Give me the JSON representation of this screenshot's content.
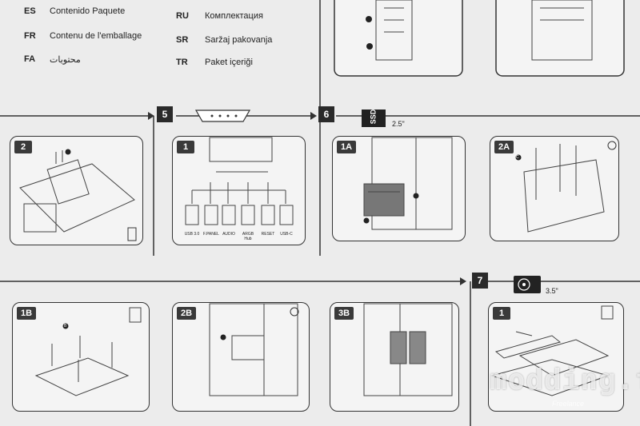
{
  "languages": [
    {
      "code": "ES",
      "label": "Contenido Paquete"
    },
    {
      "code": "FR",
      "label": "Contenu de l'emballage"
    },
    {
      "code": "FA",
      "label": "محتویات"
    },
    {
      "code": "RU",
      "label": "Комплектация"
    },
    {
      "code": "SR",
      "label": "Saržaj pakovanja"
    },
    {
      "code": "TR",
      "label": "Paket içeriği"
    }
  ],
  "steps": {
    "five": "5",
    "six": "6",
    "seven": "7"
  },
  "sizes": {
    "ssd": "2.5\"",
    "hdd": "3.5\"",
    "ssd_tag": "SSD"
  },
  "panels": {
    "p2": "2",
    "p1": "1",
    "p1a": "1A",
    "p2a": "2A",
    "p1b": "1B",
    "p2b": "2B",
    "p3b": "3B",
    "p1_hdd": "1"
  },
  "connectors": [
    "USB 3.0",
    "F.PANEL",
    "AUDIO",
    "ARGB Hub",
    "RESET",
    "USB-C"
  ],
  "callouts": {
    "b": "B",
    "c": "C"
  },
  "watermark": {
    "main": "modding.fr",
    "sub": "Freelance"
  }
}
